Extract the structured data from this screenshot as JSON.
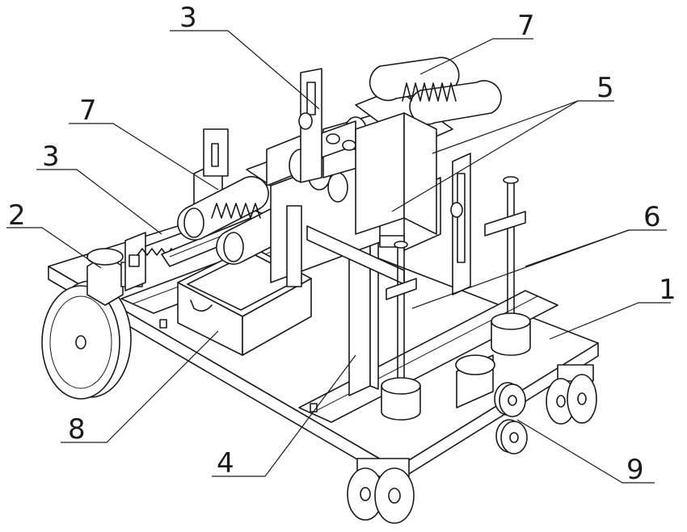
{
  "figure": {
    "callouts": [
      {
        "label": "1",
        "part": "base-plate"
      },
      {
        "label": "2",
        "part": "drive-motor"
      },
      {
        "label": "3",
        "part": "slotted-guide-bracket-left"
      },
      {
        "label": "3",
        "part": "slotted-guide-bracket-top"
      },
      {
        "label": "4",
        "part": "vertical-support-column"
      },
      {
        "label": "5",
        "part": "clamping-roller-assembly"
      },
      {
        "label": "6",
        "part": "lifting-screw-rods"
      },
      {
        "label": "7",
        "part": "spring-roller-assembly-left"
      },
      {
        "label": "7",
        "part": "spring-roller-assembly-right"
      },
      {
        "label": "8",
        "part": "collection-drawer"
      },
      {
        "label": "9",
        "part": "guide-wheel-pair"
      }
    ]
  }
}
